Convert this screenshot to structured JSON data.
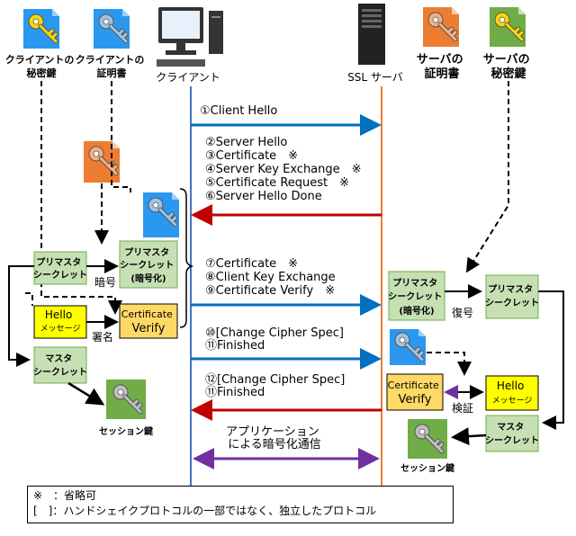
{
  "colors": {
    "client_line": "#4472c4",
    "server_line": "#ed7d31",
    "blue_arrow": "#0070c0",
    "red_arrow": "#c00000",
    "purple_arrow": "#7030a0",
    "green_box": "#c6e0b4",
    "green_box_border": "#70ad47",
    "yellow_box": "#ffff00",
    "cert_box": "#ffd966",
    "key_yellow": "#ffd700",
    "key_blue": "#8fb4e3",
    "key_orange": "#f4a460",
    "key_green": "#70ad47"
  },
  "top_labels": {
    "client_private_key": [
      "クライアントの",
      "秘密鍵"
    ],
    "client_cert": [
      "クライアントの",
      "証明書"
    ],
    "client": "クライアント",
    "server": "SSL サーバ",
    "server_cert": [
      "サーバの",
      "証明書"
    ],
    "server_private_key": [
      "サーバの",
      "秘密鍵"
    ]
  },
  "messages": {
    "m1": "①Client Hello",
    "m2": [
      "②Server Hello",
      "③Certificate　※",
      "④Server Key Exchange　※",
      "⑤Certificate Request　※",
      "⑥Server Hello Done"
    ],
    "m3": [
      "⑦Certificate　※",
      "⑧Client Key Exchange",
      "⑨Certificate Verify　※"
    ],
    "m4": [
      "⑩[Change Cipher Spec]",
      "⑪Finished"
    ],
    "m5": [
      "⑫[Change Cipher Spec]",
      "⑪Finished"
    ],
    "app": [
      "アプリケーション",
      "による暗号化通信"
    ]
  },
  "client_side": {
    "premaster": [
      "プリマスタ",
      "シークレット"
    ],
    "premaster_enc": [
      "プリマスタ",
      "シークレット",
      "(暗号化)"
    ],
    "encrypt": "暗号",
    "hello_msg": [
      "Hello",
      "メッセージ"
    ],
    "cert_verify": [
      "Certificate",
      "Verify"
    ],
    "sign": "署名",
    "master": [
      "マスタ",
      "シークレット"
    ],
    "session_key": "セッション鍵"
  },
  "server_side": {
    "premaster_enc": [
      "プリマスタ",
      "シークレット",
      "(暗号化)"
    ],
    "decrypt": "復号",
    "premaster": [
      "プリマスタ",
      "シークレット"
    ],
    "cert_verify": [
      "Certificate",
      "Verify"
    ],
    "verify": "検証",
    "hello_msg": [
      "Hello",
      "メッセージ"
    ],
    "master": [
      "マスタ",
      "シークレット"
    ],
    "session_key": "セッション鍵"
  },
  "legend": {
    "line1": "※　：省略可",
    "line2": "[　]：ハンドシェイクプロトコルの一部ではなく、独立したプロトコル"
  }
}
